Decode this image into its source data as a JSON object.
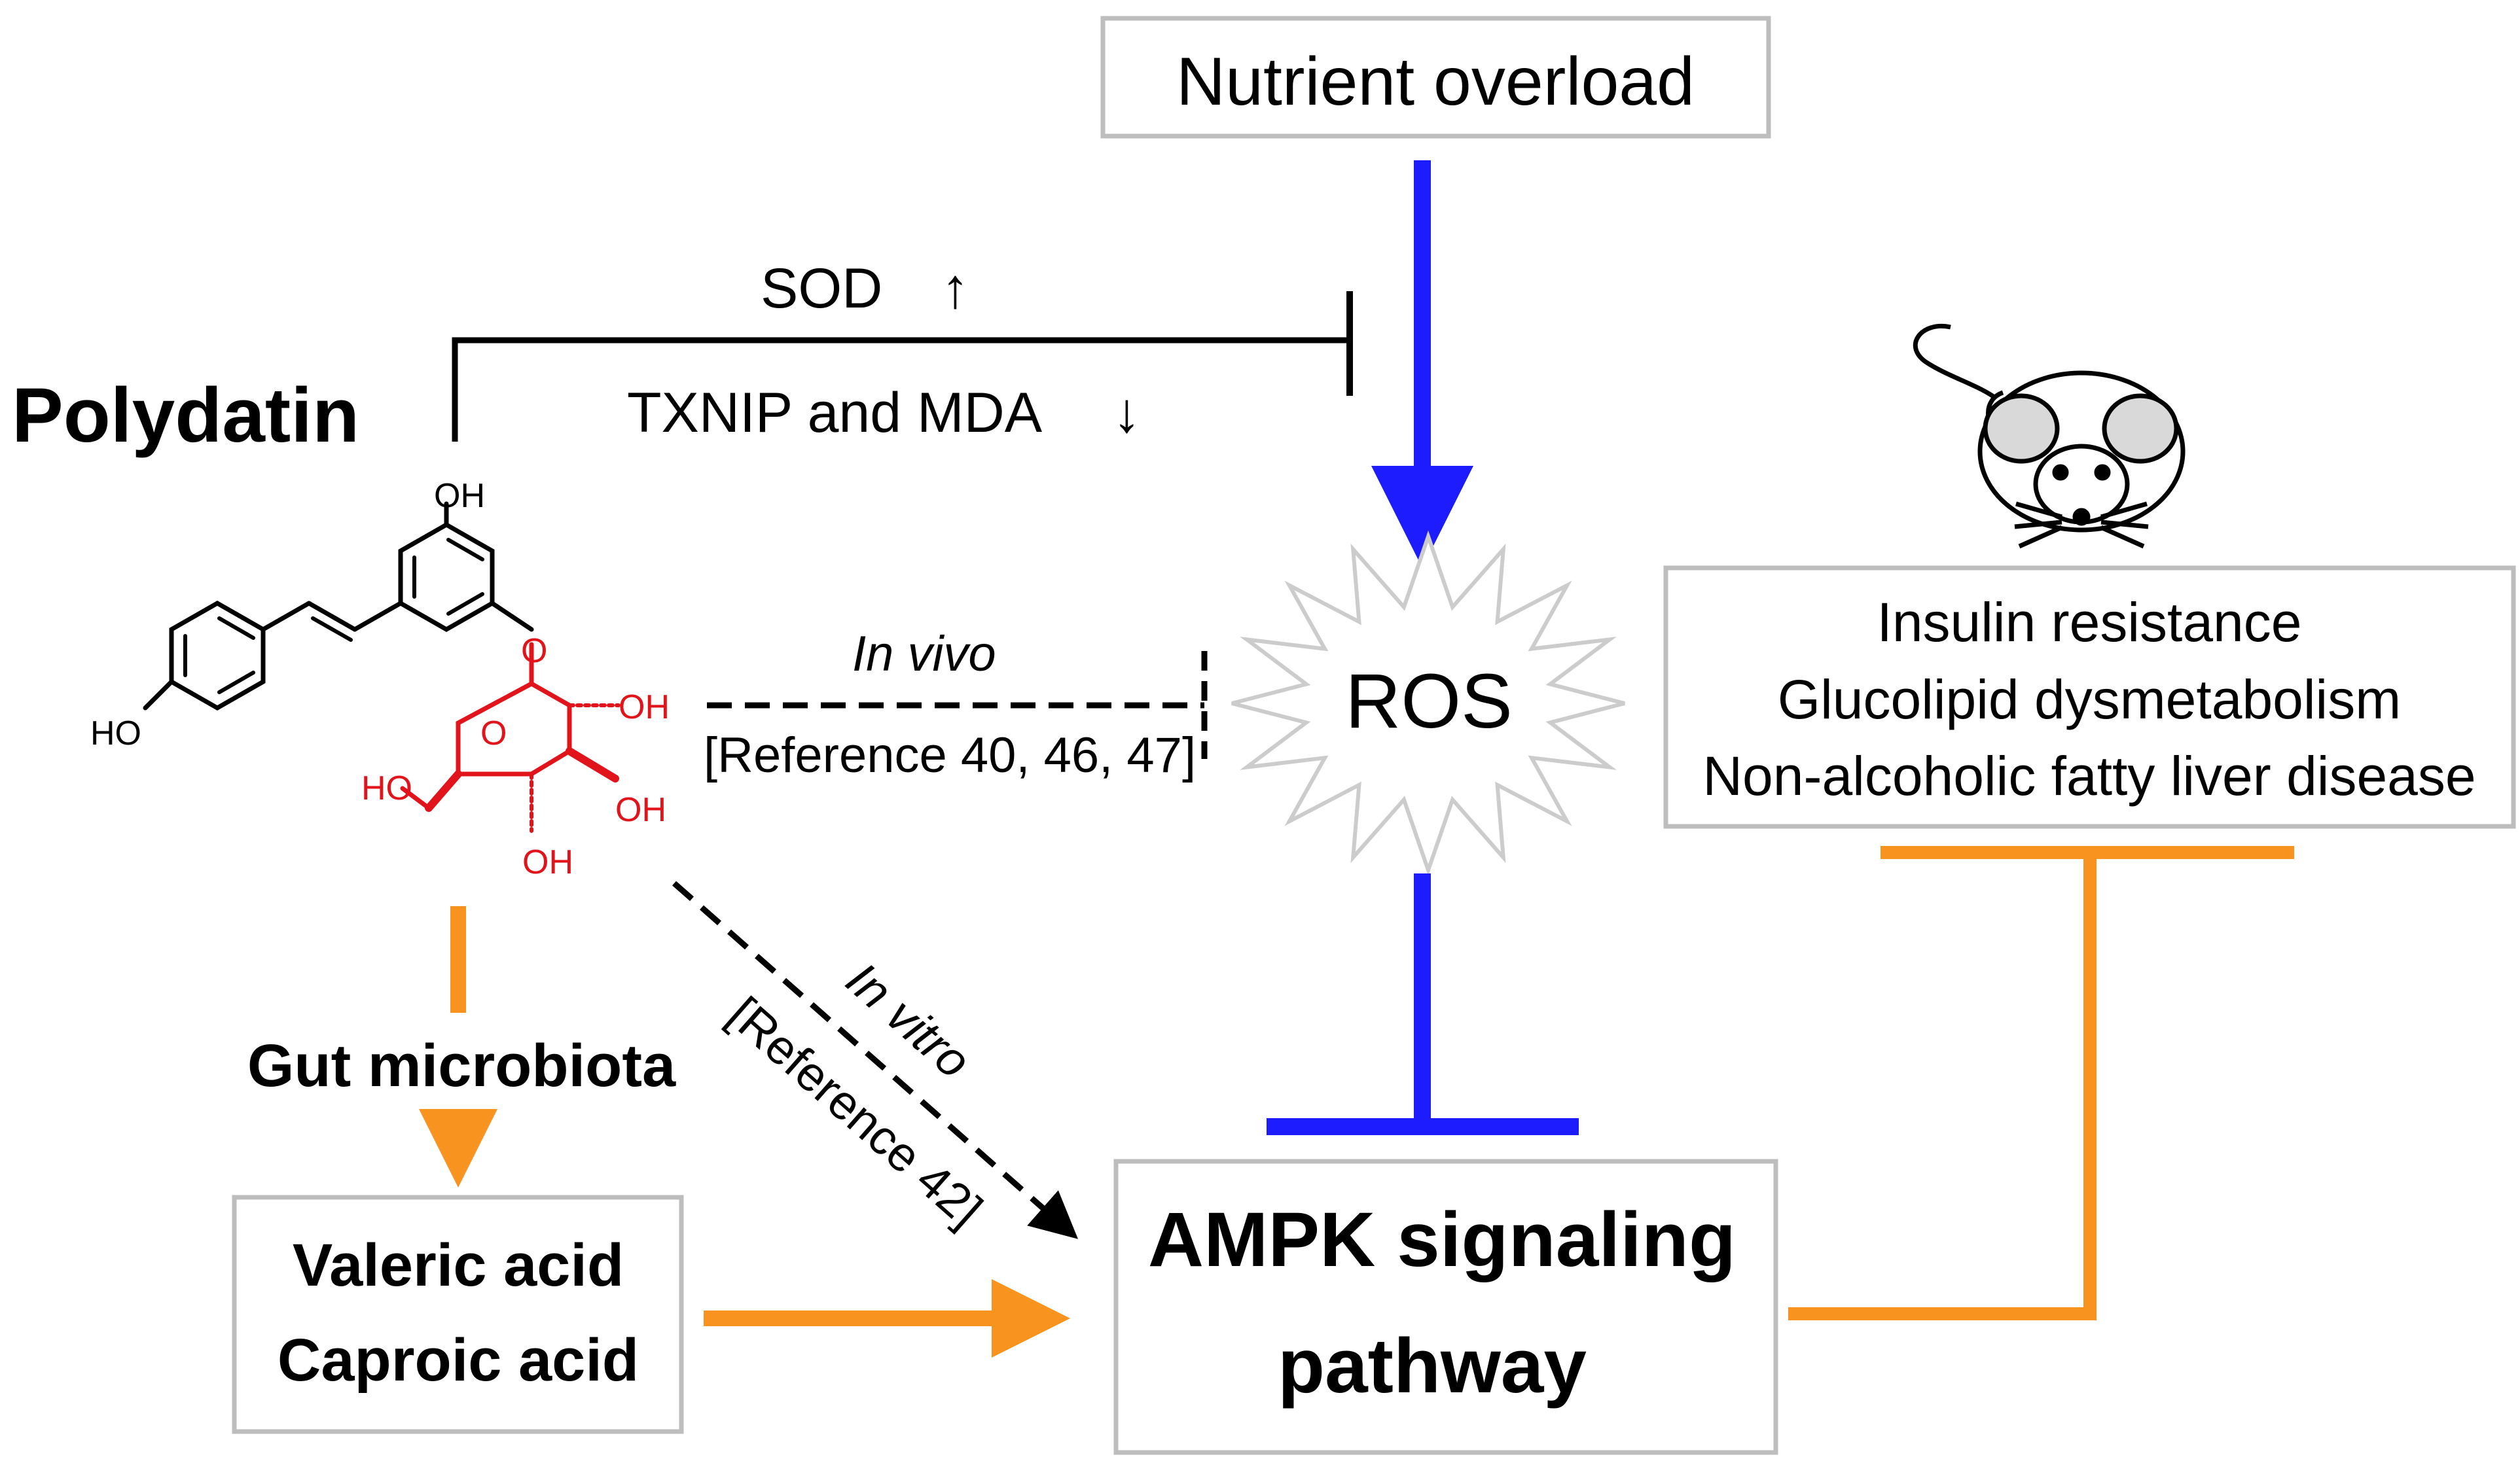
{
  "nodes": {
    "nutrient": "Nutrient overload",
    "polydatin": "Polydatin",
    "ros": "ROS",
    "gut": "Gut microbiota",
    "acid1": "Valeric acid",
    "acid2": "Caproic acid",
    "ampk1": "AMPK signaling",
    "ampk2": "pathway",
    "disease1": "Insulin resistance",
    "disease2": "Glucolipid dysmetabolism",
    "disease3": "Non-alcoholic fatty liver disease"
  },
  "labels": {
    "sod": "SOD",
    "sod_arrow": "↑",
    "txnip": "TXNIP and MDA",
    "txnip_arrow": "↓",
    "invivo": "In vivo",
    "invivo_ref": "[Reference 40, 46, 47]",
    "invitro": "In vitro",
    "invitro_ref": "[Reference 42]"
  },
  "molecule": {
    "oh_top": "OH",
    "ho_left": "HO",
    "o_link": "O",
    "o_ring": "O",
    "oh_2": "OH",
    "ho_6": "HO",
    "oh_4": "OH",
    "oh_3": "OH"
  },
  "colors": {
    "blue": "#1c1cff",
    "orange": "#f7931e",
    "black": "#000000",
    "red": "#e0141a",
    "box_border": "#bdbdbd"
  }
}
